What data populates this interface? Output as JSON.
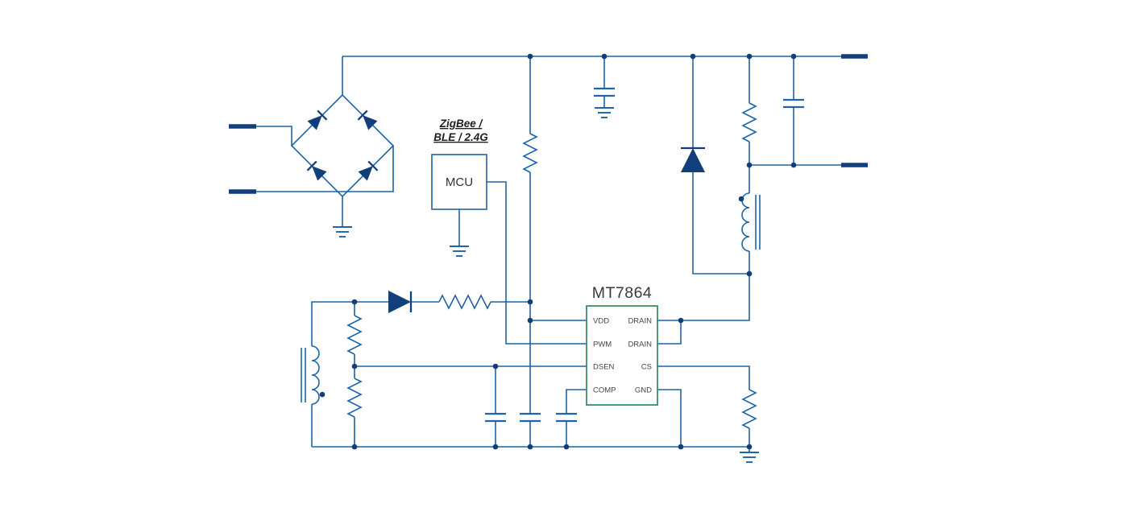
{
  "colors": {
    "wire_blue": "#1d64a8",
    "component_fill_blue": "#123f7c",
    "chip_border_green": "#2f8a5a",
    "label_dark": "#1f1f1f",
    "background": "#ffffff"
  },
  "wireless_label": {
    "line1": "ZigBee /",
    "line2": "BLE / 2.4G"
  },
  "mcu": {
    "label": "MCU"
  },
  "chip": {
    "title": "MT7864",
    "left_pins": [
      "VDD",
      "PWM",
      "DSEN",
      "COMP"
    ],
    "right_pins": [
      "DRAIN",
      "DRAIN",
      "CS",
      "GND"
    ]
  }
}
